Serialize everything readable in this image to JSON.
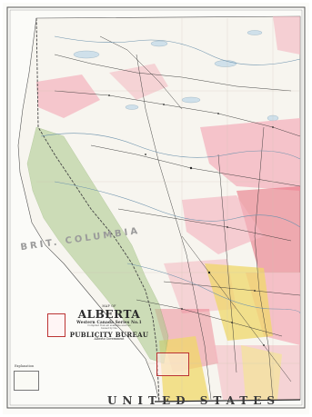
{
  "map": {
    "title_prefix": "MAP OF",
    "title": "ALBERTA",
    "series": "Western Canada Series No.1",
    "compiled_line": "Compiled from all available sources",
    "issued_by_label": "Issued by the",
    "bureau": "PUBLICITY BUREAU",
    "government": "Alberta Government",
    "labels": {
      "united_states": "UNITED STATES",
      "british_columbia": "BRIT. COLUMBIA"
    },
    "legend_title": "Explanation",
    "colors": {
      "paper": "#fbfbf8",
      "settled_red": "#e86a7a",
      "settled_pink": "#f4b6c0",
      "forest_green": "#7fa45a",
      "yellow": "#f0d86a",
      "lakes_blue": "#8fb4cc",
      "roads": "#333333"
    }
  }
}
